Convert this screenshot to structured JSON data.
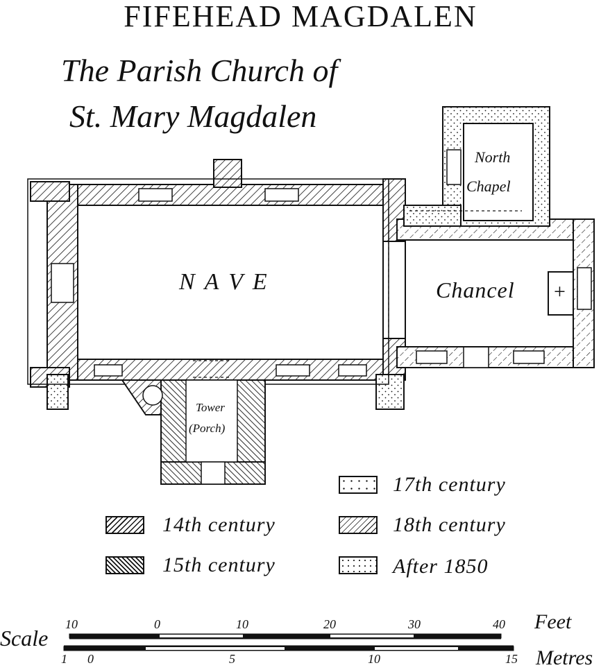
{
  "title": "FIFEHEAD MAGDALEN",
  "subtitle": [
    "The Parish Church of",
    "St. Mary Magdalen"
  ],
  "rooms": {
    "nave": "N A V E",
    "chancel": "Chancel",
    "north_chapel": [
      "North",
      "Chapel"
    ],
    "tower": [
      "Tower",
      "(Porch)"
    ],
    "altar_symbol": "+"
  },
  "legend": [
    {
      "label": "14th century",
      "pattern": "hatch-14"
    },
    {
      "label": "15th century",
      "pattern": "hatch-15"
    },
    {
      "label": "17th century",
      "pattern": "cross-17"
    },
    {
      "label": "18th century",
      "pattern": "hatch-18"
    },
    {
      "label": "After 1850",
      "pattern": "dots-1850"
    }
  ],
  "scale": {
    "label": "Scale",
    "feet_unit": "Feet",
    "metres_unit": "Metres",
    "feet_ticks": [
      "10",
      "0",
      "10",
      "20",
      "30",
      "40"
    ],
    "metres_ticks": [
      "1",
      "0",
      "5",
      "10",
      "15"
    ]
  }
}
